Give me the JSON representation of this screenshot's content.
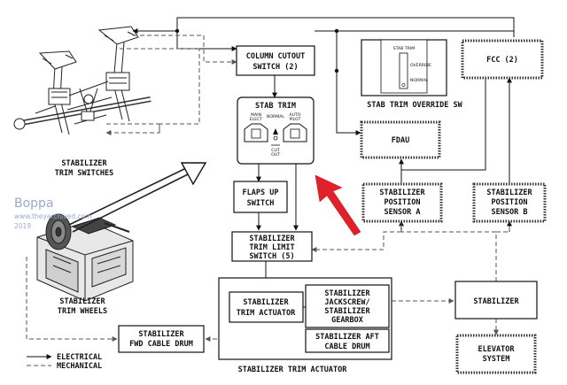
{
  "boxes": {
    "column_cutout": [
      "COLUMN CUTOUT",
      "SWITCH (2)"
    ],
    "stab_trim_module_title": "STAB TRIM",
    "stab_trim_module_labels": [
      "MAIN",
      "ELECT",
      "NORMAL",
      "AUTO",
      "PILOT",
      "CUT",
      "OUT"
    ],
    "stab_trim_override_panel_title": "STAB TRIM",
    "stab_trim_override_panel_labels": [
      "OVERRIDE",
      "NORMAL"
    ],
    "stab_trim_override_sw": "STAB TRIM OVERRIDE SW",
    "fcc": "FCC (2)",
    "fdau": "FDAU",
    "sensor_a": [
      "STABILIZER",
      "POSITION",
      "SENSOR A"
    ],
    "sensor_b": [
      "STABILIZER",
      "POSITION",
      "SENSOR B"
    ],
    "flaps_up": [
      "FLAPS UP",
      "SWITCH"
    ],
    "trim_limit": [
      "STABILIZER",
      "TRIM LIMIT",
      "SWITCH (5)"
    ],
    "trim_actuator": [
      "STABILIZER",
      "TRIM ACTUATOR"
    ],
    "jackscrew": [
      "STABILIZER",
      "JACKSCREW/",
      "STABILIZER",
      "GEARBOX"
    ],
    "aft_cable_drum": [
      "STABILIZER AFT",
      "CABLE DRUM"
    ],
    "fwd_cable_drum": [
      "STABILIZER",
      "FWD CABLE DRUM"
    ],
    "stabilizer": "STABILIZER",
    "elevator": [
      "ELEVATOR",
      "SYSTEM"
    ],
    "trim_actuator_group": "STABILIZER TRIM ACTUATOR"
  },
  "labels": {
    "trim_switches": [
      "STABILIZER",
      "TRIM SWITCHES"
    ],
    "trim_wheels": [
      "STABILIZER",
      "TRIM WHEELS"
    ]
  },
  "legend": {
    "electrical": "ELECTRICAL",
    "mechanical": "MECHANICAL"
  },
  "watermark": {
    "name": "Boppa",
    "site": "www.theyarchived.com",
    "year": "2019"
  },
  "colors": {
    "highlight_arrow": "#e0202a",
    "line": "#111111",
    "watermark": "#9aaac8"
  }
}
